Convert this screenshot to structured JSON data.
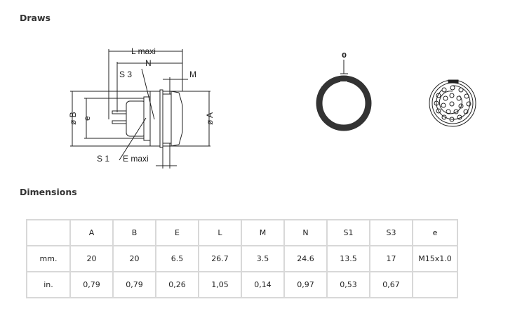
{
  "sections": {
    "draws": "Draws",
    "dimensions": "Dimensions"
  },
  "drawing": {
    "labels": {
      "l_maxi": "L maxi",
      "n": "N",
      "s3": "S 3",
      "m": "M",
      "dia_b": "ø B",
      "e": "e",
      "dia_a": "ø A",
      "s1": "S 1",
      "e_maxi": "E maxi"
    },
    "key_label": "0"
  },
  "table": {
    "headers": [
      "",
      "A",
      "B",
      "E",
      "L",
      "M",
      "N",
      "S1",
      "S3",
      "e"
    ],
    "rows": [
      [
        "mm.",
        "20",
        "20",
        "6.5",
        "26.7",
        "3.5",
        "24.6",
        "13.5",
        "17",
        "M15x1.0"
      ],
      [
        "in.",
        "0,79",
        "0,79",
        "0,26",
        "1,05",
        "0,14",
        "0,97",
        "0,53",
        "0,67",
        ""
      ]
    ]
  }
}
